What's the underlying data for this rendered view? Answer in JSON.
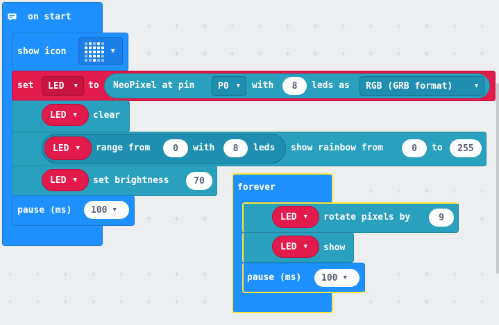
{
  "on_start": {
    "label": "on start",
    "show_icon": {
      "label": "show icon",
      "icon_name": "heart-icon"
    },
    "set_led": {
      "set_label": "set",
      "variable": "LED",
      "to_label": "to",
      "neopixel_label": "NeoPixel at pin",
      "pin": "P0",
      "with_label": "with",
      "led_count": "8",
      "leds_as_label": "leds as",
      "format": "RGB (GRB format)"
    },
    "clear": {
      "variable": "LED",
      "label": "clear"
    },
    "range_rainbow": {
      "variable": "LED",
      "range_from_label": "range from",
      "range_start": "0",
      "with_label": "with",
      "range_count": "8",
      "leds_label": "leds",
      "rainbow_label": "show rainbow from",
      "hue_start": "0",
      "to_label": "to",
      "hue_end": "255"
    },
    "brightness": {
      "variable": "LED",
      "label": "set brightness",
      "value": "70"
    },
    "pause": {
      "label": "pause (ms)",
      "value": "100"
    }
  },
  "forever": {
    "label": "forever",
    "rotate": {
      "variable": "LED",
      "label": "rotate pixels by",
      "value": "9"
    },
    "show": {
      "variable": "LED",
      "label": "show"
    },
    "pause": {
      "label": "pause (ms)",
      "value": "100"
    }
  },
  "colors": {
    "basic": "#1e90ff",
    "neopixel": "#2aa0bf",
    "variable": "#e31a4c",
    "forever_outline": "#ffe533",
    "workspace": "#eceeef"
  }
}
